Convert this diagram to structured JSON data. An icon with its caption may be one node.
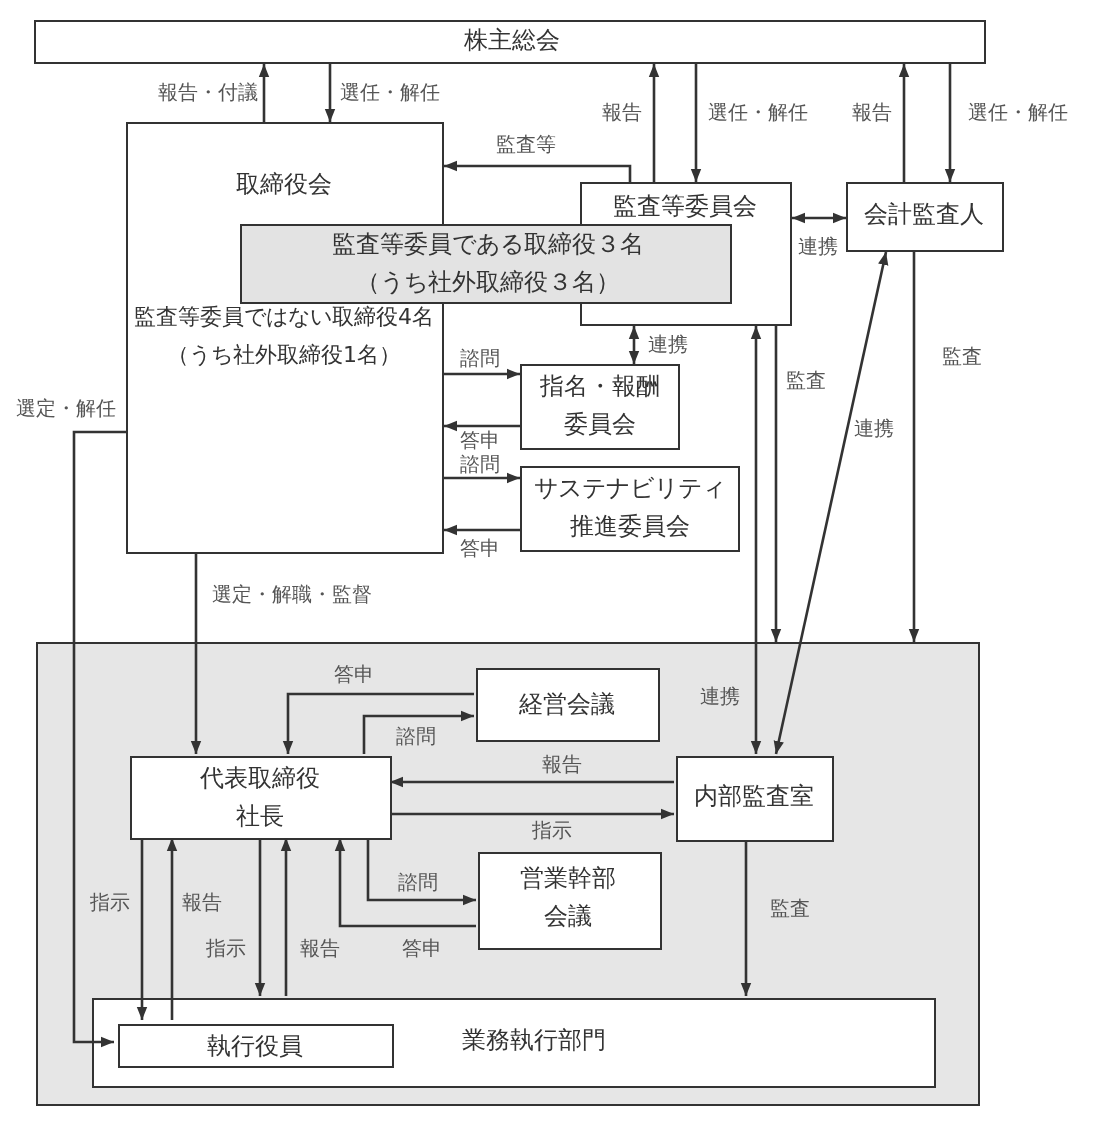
{
  "diagram": {
    "nodes": [
      {
        "text": [
          "株主総会"
        ]
      },
      {
        "text": [
          "取締役会",
          "監査等委員ではない取締役4名（うち社外取締役1名）"
        ]
      },
      {
        "text": [
          "監査等委員である取締役３名（うち社外取締役３名）"
        ]
      },
      {
        "text": [
          "監査等委員会"
        ]
      },
      {
        "text": [
          "会計監査人"
        ]
      },
      {
        "text": [
          "指名・報酬委員会"
        ]
      },
      {
        "text": [
          "サステナビリティ推進委員会"
        ]
      },
      {
        "text": [],
        "shape": "box"
      },
      {
        "text": [
          "経営会議"
        ],
        "in": 7
      },
      {
        "text": [
          "代表取締役社長"
        ],
        "in": 7
      },
      {
        "text": [
          "内部監査室"
        ],
        "in": 7
      },
      {
        "text": [
          "営業幹部会議"
        ],
        "in": 7
      },
      {
        "text": [
          "業務執行部門"
        ],
        "in": 7
      },
      {
        "text": [
          "執行役員"
        ],
        "in": 12
      }
    ],
    "edges": [
      {
        "from": 1,
        "to": 0,
        "arrow": "to",
        "label": "報告・付議"
      },
      {
        "from": 0,
        "to": 1,
        "arrow": "to",
        "label": "選任・解任"
      },
      {
        "from": 3,
        "to": 0,
        "arrow": "to",
        "label": "報告"
      },
      {
        "from": 0,
        "to": 3,
        "arrow": "to",
        "label": "選任・解任"
      },
      {
        "from": 4,
        "to": 0,
        "arrow": "to",
        "label": "報告"
      },
      {
        "from": 0,
        "to": 4,
        "arrow": "to",
        "label": "選任・解任"
      },
      {
        "from": 3,
        "to": 1,
        "arrow": "to",
        "label": "監査等"
      },
      {
        "from": 3,
        "to": 4,
        "arrow": "both",
        "label": "連携"
      },
      {
        "from": 3,
        "to": 5,
        "arrow": "both",
        "label": "連携"
      },
      {
        "from": 1,
        "to": 5,
        "arrow": "to",
        "label": "諮問"
      },
      {
        "from": 5,
        "to": 1,
        "arrow": "to",
        "label": "答申"
      },
      {
        "from": 1,
        "to": 6,
        "arrow": "to",
        "label": "諮問"
      },
      {
        "from": 6,
        "to": 1,
        "arrow": "to",
        "label": "答申"
      },
      {
        "from": 3,
        "to": 7,
        "arrow": "to",
        "label": "監査"
      },
      {
        "from": 4,
        "to": 7,
        "arrow": "to",
        "label": "監査"
      },
      {
        "from": 3,
        "to": 10,
        "arrow": "both",
        "label": "連携"
      },
      {
        "from": 4,
        "to": 10,
        "arrow": "both",
        "label": "連携"
      },
      {
        "from": 1,
        "to": 9,
        "arrow": "to",
        "label": "選定・解職・監督"
      },
      {
        "from": 1,
        "to": 13,
        "arrow": "to",
        "label": "選定・解任"
      },
      {
        "from": 8,
        "to": 9,
        "arrow": "to",
        "label": "答申"
      },
      {
        "from": 9,
        "to": 8,
        "arrow": "to",
        "label": "諮問"
      },
      {
        "from": 10,
        "to": 9,
        "arrow": "to",
        "label": "報告"
      },
      {
        "from": 9,
        "to": 10,
        "arrow": "to",
        "label": "指示"
      },
      {
        "from": 9,
        "to": 11,
        "arrow": "to",
        "label": "諮問"
      },
      {
        "from": 11,
        "to": 9,
        "arrow": "to",
        "label": "答申"
      },
      {
        "from": 9,
        "to": 13,
        "arrow": "to",
        "label": "指示"
      },
      {
        "from": 13,
        "to": 9,
        "arrow": "to",
        "label": "報告"
      },
      {
        "from": 9,
        "to": 12,
        "arrow": "to",
        "label": "指示"
      },
      {
        "from": 12,
        "to": 9,
        "arrow": "to",
        "label": "報告"
      },
      {
        "from": 10,
        "to": 12,
        "arrow": "to",
        "label": "監査"
      }
    ]
  }
}
